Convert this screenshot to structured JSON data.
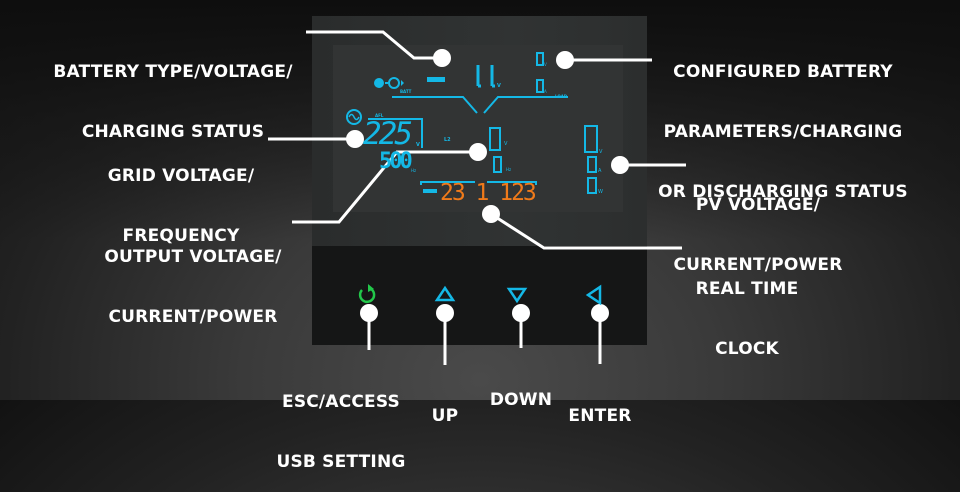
{
  "title": "Inverter LCD Control Panel Diagram",
  "colors": {
    "lcd_cyan": "#14b8e6",
    "clock_orange": "#f07a1a",
    "esc_green": "#22c84a",
    "callout_white": "#ffffff"
  },
  "callouts": {
    "battery": {
      "line1": "BATTERY TYPE/VOLTAGE/",
      "line2": "CHARGING STATUS"
    },
    "configured": {
      "line1": "CONFIGURED BATTERY",
      "line2": "PARAMETERS/CHARGING",
      "line3": "OR DISCHARGING STATUS"
    },
    "grid": {
      "line1": "GRID VOLTAGE/",
      "line2": "FREQUENCY"
    },
    "output": {
      "line1": "OUTPUT VOLTAGE/",
      "line2": "CURRENT/POWER"
    },
    "pv": {
      "line1": "PV VOLTAGE/",
      "line2": "CURRENT/POWER"
    },
    "clock": {
      "line1": "REAL TIME",
      "line2": "CLOCK"
    }
  },
  "lcd": {
    "battery_voltage": "11",
    "battery_unit": "V",
    "batt_label": "BATT",
    "load_label": "LOAD",
    "config_value1": "0",
    "config_unit1": "V",
    "config_value2": "0",
    "config_unit2": "A",
    "grid_label": "AFL",
    "grid_voltage": "225",
    "grid_voltage_unit": "V",
    "grid_frequency": "500",
    "grid_frequency_unit": "Hz",
    "l2_label": "L2",
    "output_voltage": "0",
    "output_voltage_unit": "V",
    "output_freq": "0",
    "output_freq_unit": "Hz",
    "pv_voltage": "0",
    "pv_voltage_unit": "V",
    "pv_current": "0",
    "pv_current_unit": "A",
    "pv_power": "0",
    "pv_power_unit": "W",
    "clock": "23 1 123"
  },
  "buttons": [
    {
      "icon": "refresh-icon",
      "line1": "ESC/ACCESS",
      "line2": "USB SETTING"
    },
    {
      "icon": "triangle-up-icon",
      "line1": "UP"
    },
    {
      "icon": "triangle-down-icon",
      "line1": "DOWN"
    },
    {
      "icon": "triangle-left-icon",
      "line1": "ENTER"
    }
  ]
}
